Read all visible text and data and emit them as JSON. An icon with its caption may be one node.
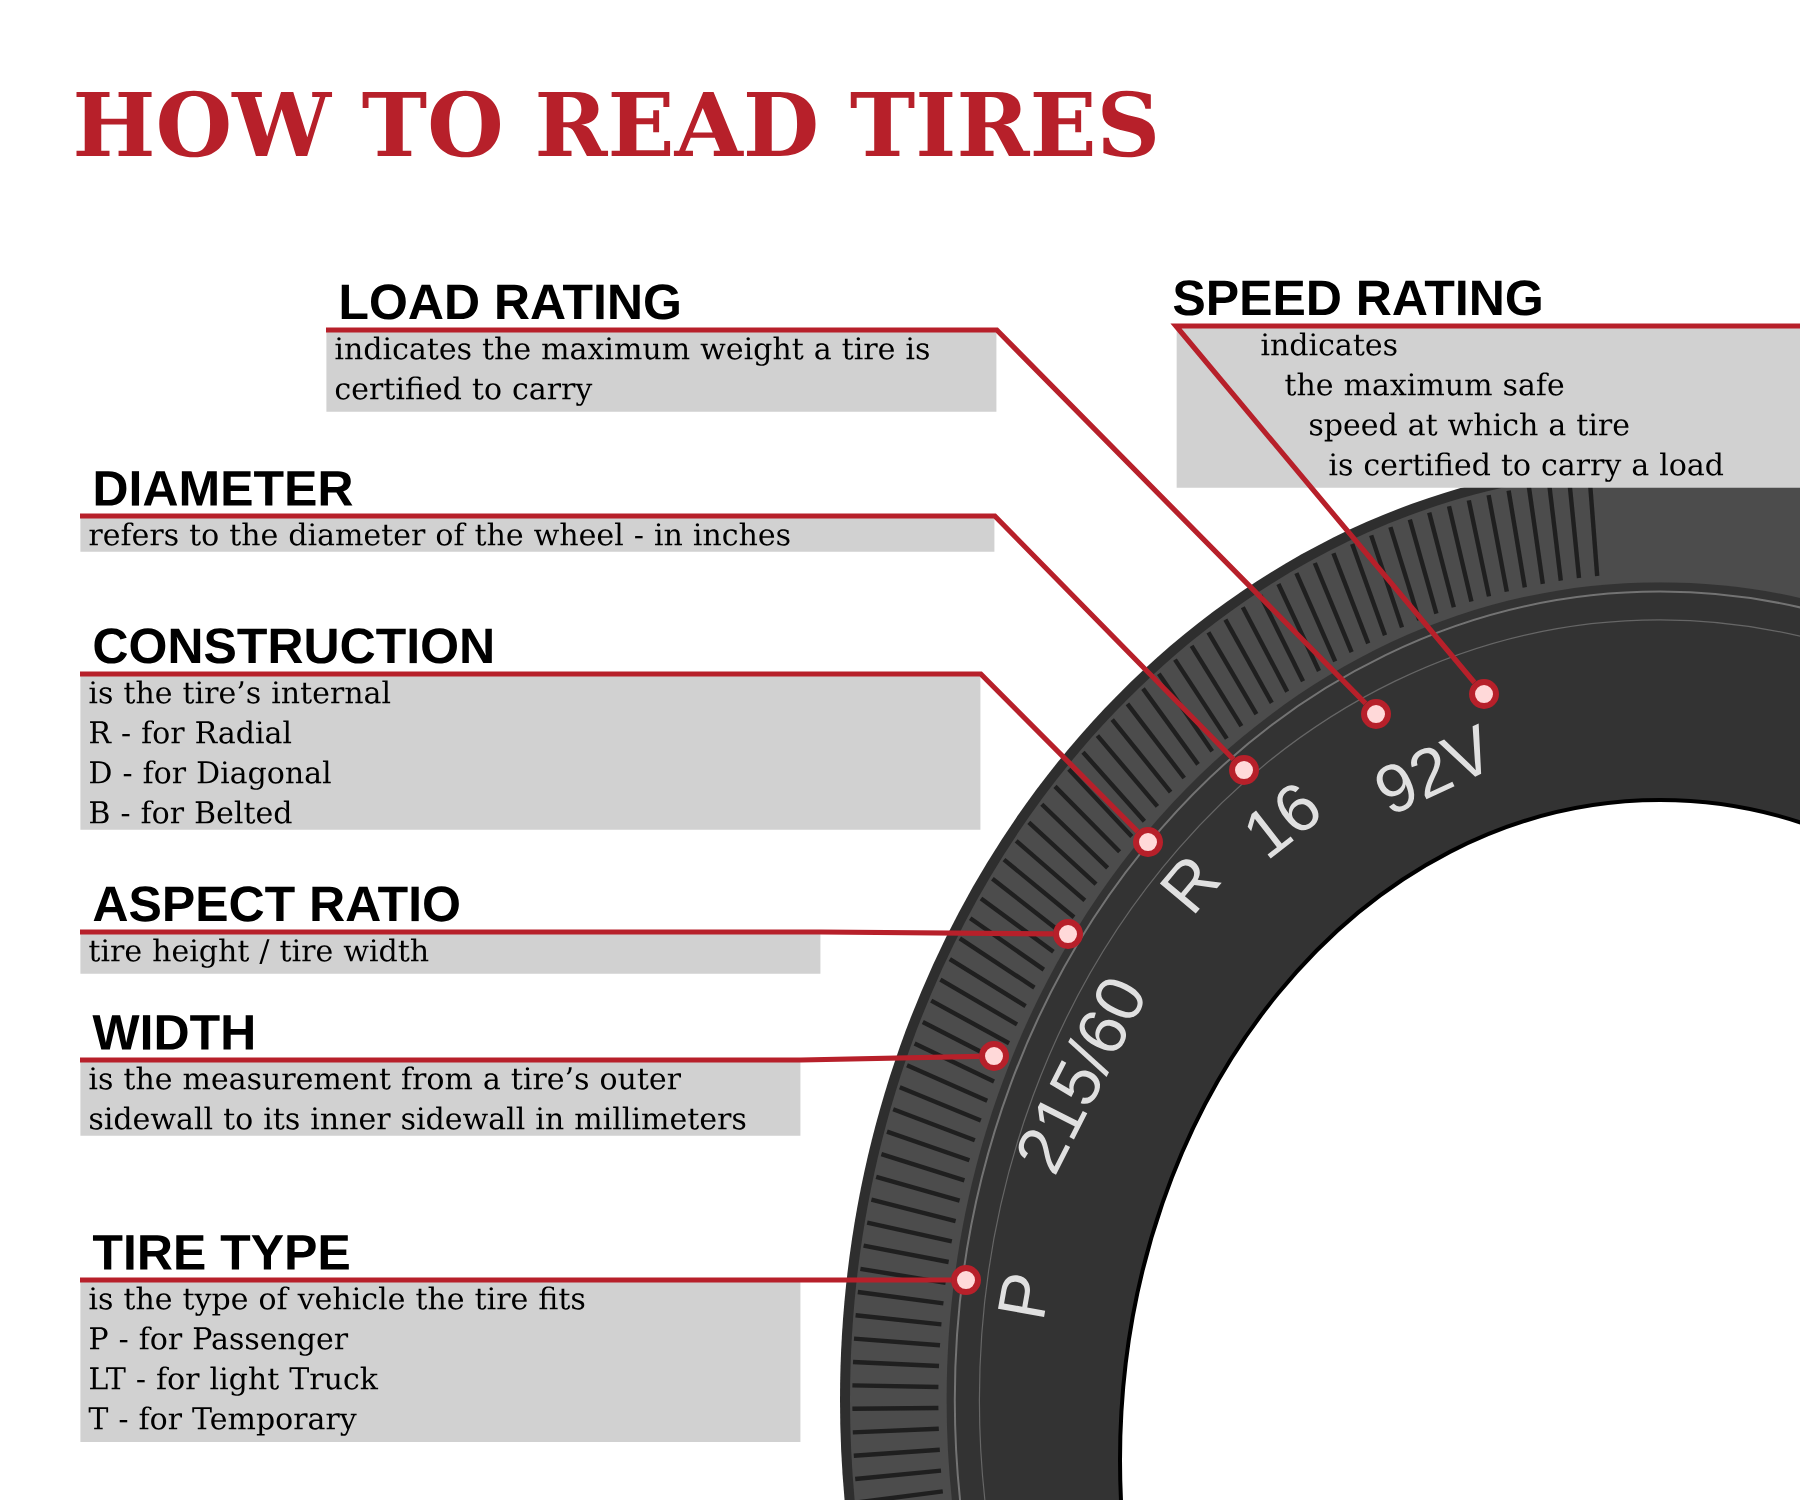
{
  "diagram": {
    "title": "HOW TO READ TIRES",
    "nodes": [
      {
        "text": [
          "LOAD RATING",
          "indicates the maximum weight a tire is certified to carry"
        ]
      },
      {
        "text": [
          "SPEED RATING",
          "indicates the maximum safe speed at which a tire is certified to carry a load"
        ]
      },
      {
        "text": [
          "DIAMETER",
          "refers to the diameter of the wheel - in inches"
        ]
      },
      {
        "text": [
          "CONSTRUCTION",
          "is the tire’s internal",
          "R - for Radial",
          "D - for Diagonal",
          "B - for Belted"
        ]
      },
      {
        "text": [
          "ASPECT RATIO",
          "tire height / tire width"
        ]
      },
      {
        "text": [
          "WIDTH",
          "is the measurement from a tire’s outer sidewall to its inner sidewall in millimeters"
        ]
      },
      {
        "text": [
          "TIRE TYPE",
          "is the type of vehicle the tire fits",
          "P - for Passenger",
          "LT - for light Truck",
          "T - for Temporary"
        ]
      },
      {
        "text": [],
        "shape": "circle"
      },
      {
        "text": [],
        "shape": "circle"
      },
      {
        "text": [],
        "shape": "circle"
      },
      {
        "text": [],
        "shape": "circle"
      },
      {
        "text": [],
        "shape": "circle"
      },
      {
        "text": [],
        "shape": "circle"
      },
      {
        "text": [],
        "shape": "circle"
      }
    ],
    "edges": [
      {
        "from": 0,
        "to": 12,
        "arrow": "none"
      },
      {
        "from": 1,
        "to": 13,
        "arrow": "none"
      },
      {
        "from": 2,
        "to": 11,
        "arrow": "none"
      },
      {
        "from": 3,
        "to": 10,
        "arrow": "none"
      },
      {
        "from": 4,
        "to": 9,
        "arrow": "none"
      },
      {
        "from": 5,
        "to": 8,
        "arrow": "none"
      },
      {
        "from": 6,
        "to": 7,
        "arrow": "none"
      }
    ],
    "labels": [
      "P",
      "215/60",
      "R",
      "16",
      "92V"
    ]
  }
}
